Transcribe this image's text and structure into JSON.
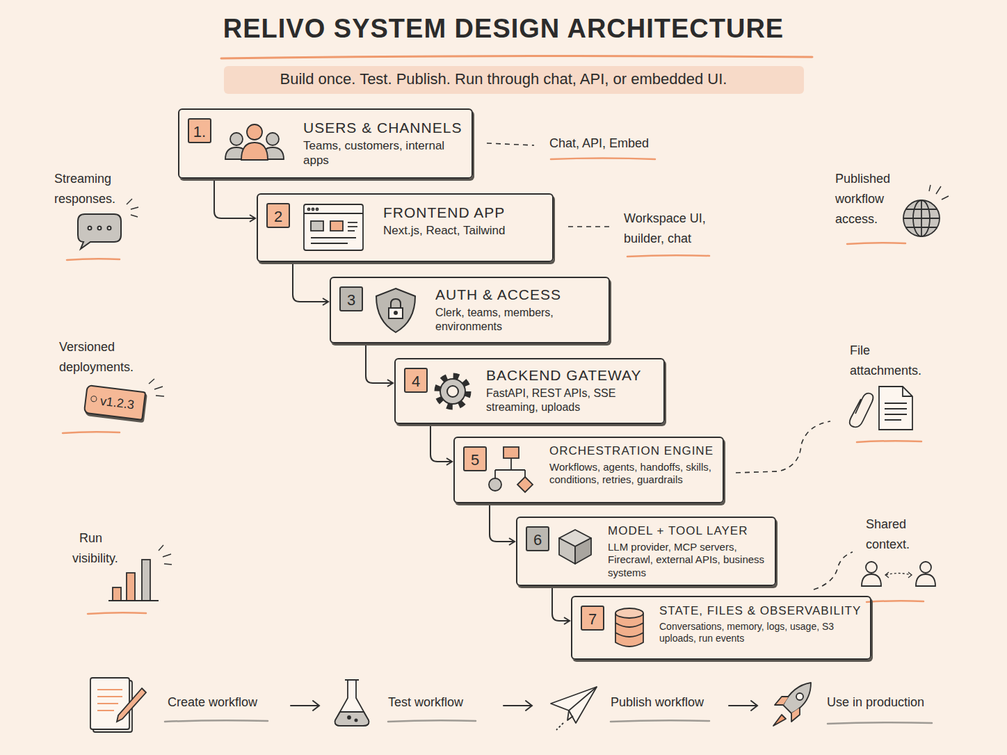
{
  "diagram": {
    "title": "RELIVO SYSTEM DESIGN ARCHITECTURE",
    "caption": "Build once. Test. Publish. Run through chat, API, or embedded UI.",
    "nodes": [
      {
        "text": [
          "1.",
          "USERS & CHANNELS",
          "Teams, customers, internal apps"
        ]
      },
      {
        "text": [
          "2",
          "FRONTEND APP",
          "Next.js, React, Tailwind"
        ]
      },
      {
        "text": [
          "3",
          "AUTH & ACCESS",
          "Clerk, teams, members, environments"
        ]
      },
      {
        "text": [
          "4",
          "BACKEND GATEWAY",
          "FastAPI, REST APIs, SSE streaming, uploads"
        ]
      },
      {
        "text": [
          "5",
          "ORCHESTRATION ENGINE",
          "Workflows, agents, handoffs, skills, conditions, retries, guardrails"
        ]
      },
      {
        "text": [
          "6",
          "MODEL + TOOL LAYER",
          "LLM provider, MCP servers, Firecrawl, external APIs, business systems"
        ]
      },
      {
        "text": [
          "7",
          "STATE, FILES & OBSERVABILITY",
          "Conversations, memory, logs, usage, S3 uploads, run events"
        ]
      },
      {
        "text": [
          "v1.2.3"
        ]
      }
    ],
    "edges": [
      {
        "from": 0,
        "to": 1,
        "arrow": "to"
      },
      {
        "from": 1,
        "to": 2,
        "arrow": "to"
      },
      {
        "from": 2,
        "to": 3,
        "arrow": "to"
      },
      {
        "from": 3,
        "to": 4,
        "arrow": "to"
      },
      {
        "from": 4,
        "to": 5,
        "arrow": "to"
      },
      {
        "from": 5,
        "to": 6,
        "arrow": "to"
      }
    ],
    "labels": [
      "Chat, API, Embed",
      "Streaming responses.",
      "Workspace UI, builder, chat",
      "Published workflow access.",
      "Versioned deployments.",
      "File attachments.",
      "Run visibility.",
      "Shared context.",
      "Create workflow",
      "Test workflow",
      "Publish workflow",
      "Use in production"
    ]
  }
}
